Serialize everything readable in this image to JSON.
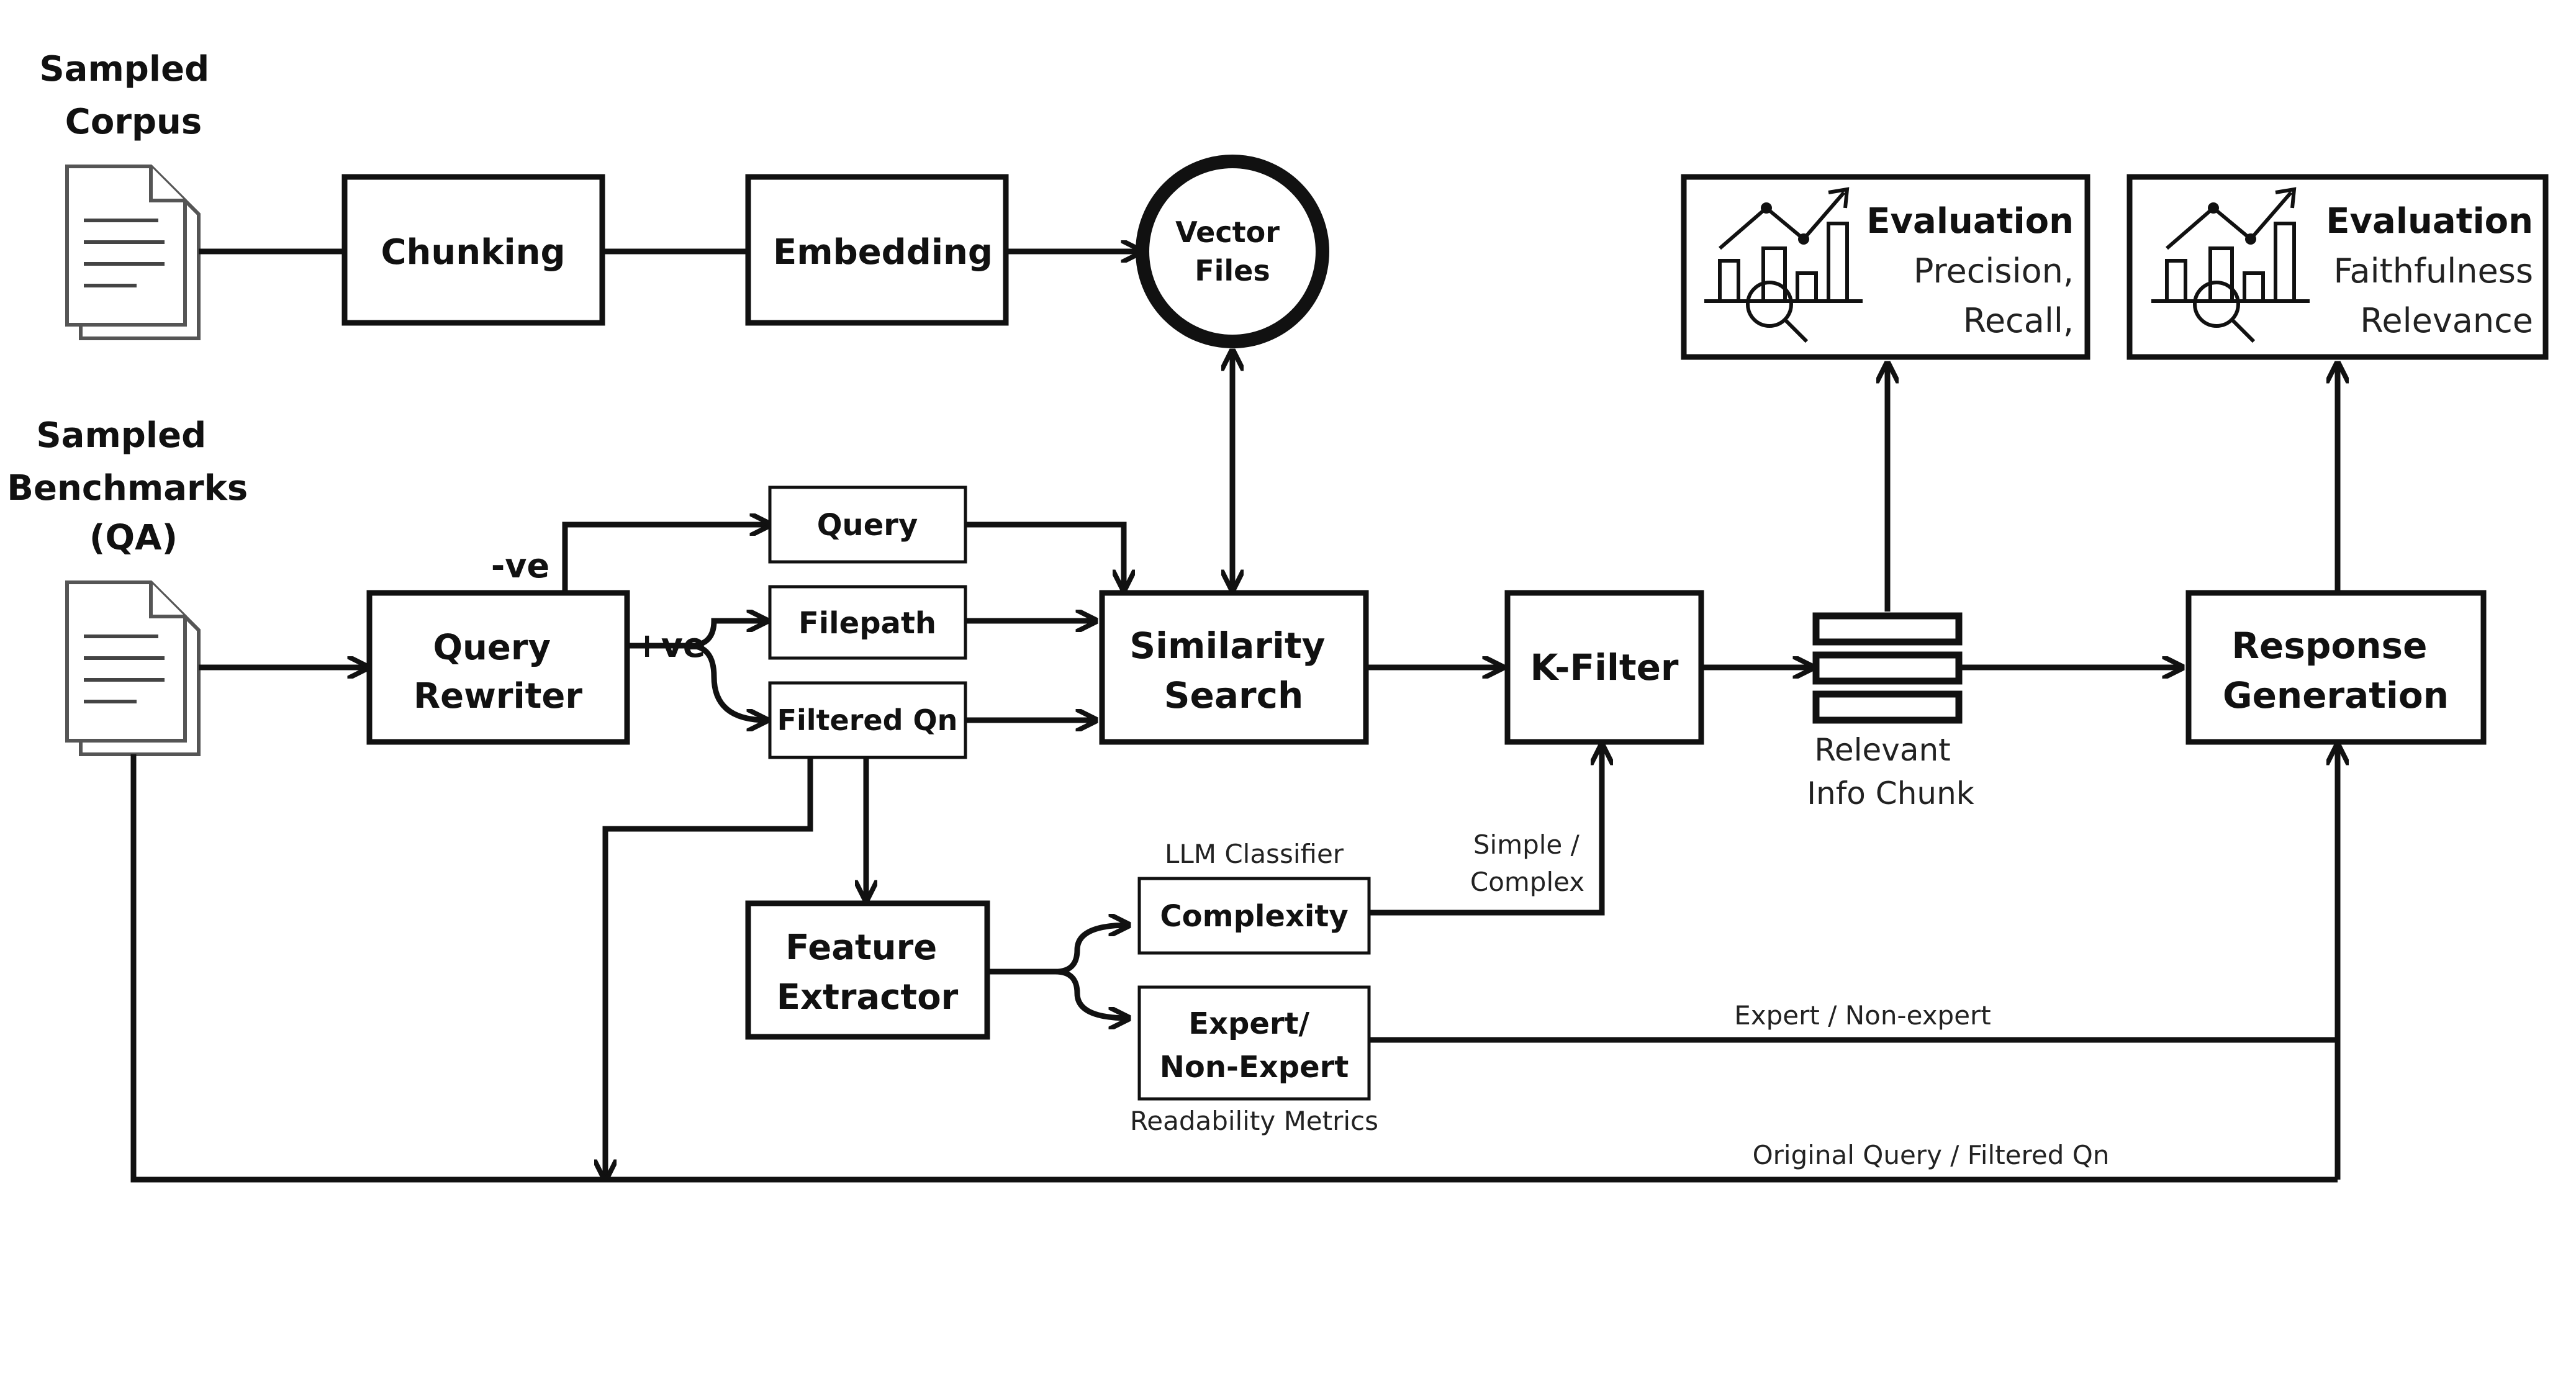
{
  "sources": {
    "corpus": [
      "Sampled",
      "Corpus"
    ],
    "benchmarks": [
      "Sampled",
      "Benchmarks",
      "(QA)"
    ]
  },
  "boxes": {
    "chunking": "Chunking",
    "embedding": "Embedding",
    "vector_files": [
      "Vector",
      "Files"
    ],
    "query_rewriter": [
      "Query",
      "Rewriter"
    ],
    "query": "Query",
    "filepath": "Filepath",
    "filtered_qn": "Filtered Qn",
    "similarity_search": [
      "Similarity",
      "Search"
    ],
    "k_filter": "K-Filter",
    "response_generation": [
      "Response",
      "Generation"
    ],
    "feature_extractor": [
      "Feature",
      "Extractor"
    ],
    "complexity": "Complexity",
    "expert": [
      "Expert/",
      "Non-Expert"
    ]
  },
  "evaluation_left": [
    "Evaluation",
    "Precision,",
    "Recall,"
  ],
  "evaluation_right": [
    "Evaluation",
    "Faithfulness",
    "Relevance"
  ],
  "labels": {
    "neg": "-ve",
    "pos": "+ve",
    "relevant_chunk": [
      "Relevant",
      "Info Chunk"
    ],
    "llm_classifier": "LLM Classifier",
    "readability": "Readability Metrics",
    "simple_complex": [
      "Simple /",
      "Complex"
    ],
    "expert_non_expert": "Expert / Non-expert",
    "original_query": "Original Query / Filtered Qn"
  }
}
